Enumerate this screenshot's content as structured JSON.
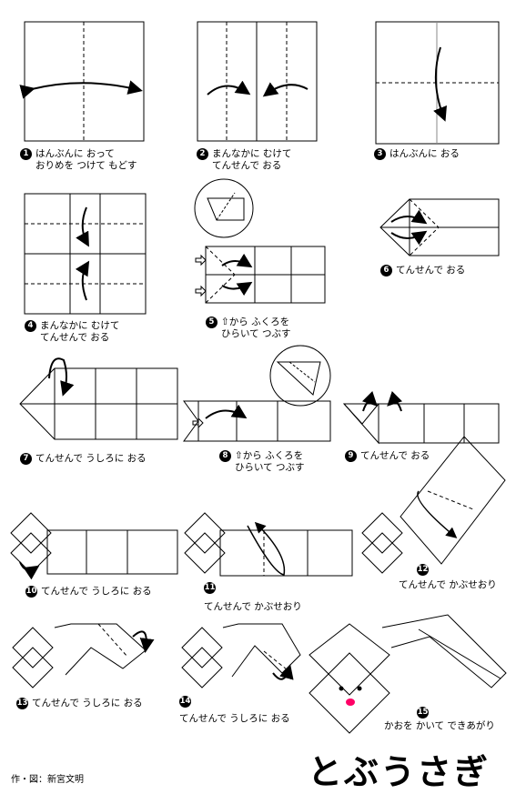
{
  "steps": [
    {
      "n": "1",
      "text1": "はんぶんに おって",
      "text2": "おりめを つけて もどす"
    },
    {
      "n": "2",
      "text1": "まんなかに むけて",
      "text2": "てんせんで おる"
    },
    {
      "n": "3",
      "text1": "はんぶんに おる",
      "text2": ""
    },
    {
      "n": "4",
      "text1": "まんなかに むけて",
      "text2": "てんせんで おる"
    },
    {
      "n": "5",
      "text1": "⇧から ふくろを",
      "text2": "ひらいて つぶす"
    },
    {
      "n": "6",
      "text1": "てんせんで おる",
      "text2": ""
    },
    {
      "n": "7",
      "text1": "てんせんで うしろに おる",
      "text2": ""
    },
    {
      "n": "8",
      "text1": "⇧から ふくろを",
      "text2": "ひらいて つぶす"
    },
    {
      "n": "9",
      "text1": "てんせんで おる",
      "text2": ""
    },
    {
      "n": "10",
      "text1": "てんせんで うしろに おる",
      "text2": ""
    },
    {
      "n": "11",
      "text1": "てんせんで かぶせおり",
      "text2": ""
    },
    {
      "n": "12",
      "text1": "てんせんで かぶせおり",
      "text2": ""
    },
    {
      "n": "13",
      "text1": "てんせんで うしろに おる",
      "text2": ""
    },
    {
      "n": "14",
      "text1": "てんせんで うしろに おる",
      "text2": ""
    },
    {
      "n": "15",
      "text1": "かおを かいて できあがり",
      "text2": ""
    }
  ],
  "title": "とぶうさぎ",
  "credit": "作・図：新宮文明",
  "colors": {
    "line": "#000000",
    "nose": "#ff0066"
  }
}
